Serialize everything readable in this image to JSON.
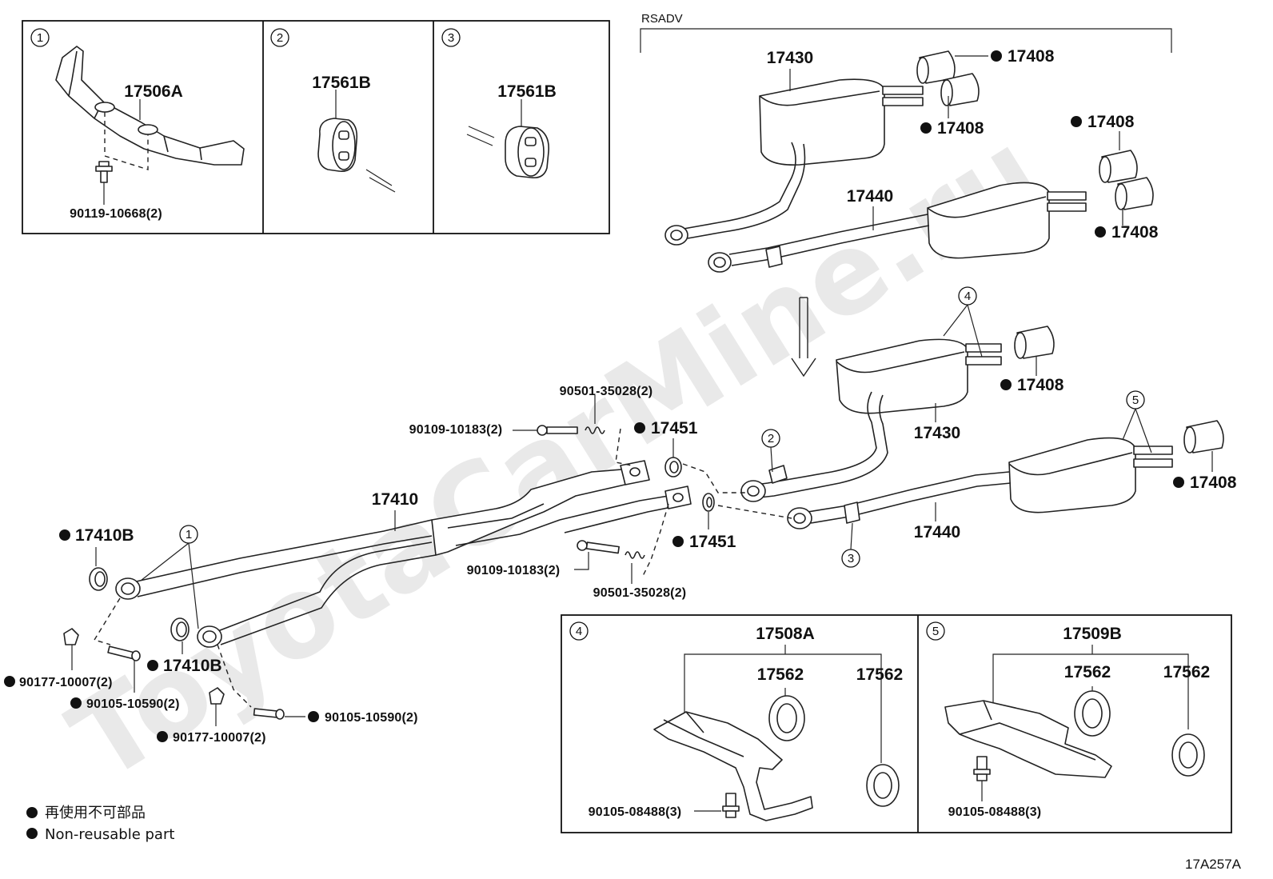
{
  "watermark": "ToyotaCarMine.ru",
  "rsadv_label": "RSADV",
  "figure_code": "17A257A",
  "legend": {
    "jp": "再使用不可部品",
    "en": "Non-reusable part"
  },
  "detail_boxes": {
    "d1": {
      "circle": "1",
      "part": "17506A",
      "bolt": "90119-10668(2)"
    },
    "d2": {
      "circle": "2",
      "part": "17561B"
    },
    "d3": {
      "circle": "3",
      "part": "17561B"
    },
    "d4": {
      "circle": "4",
      "bracket": "17508A",
      "hanger_a": "17562",
      "hanger_b": "17562",
      "bolt": "90105-08488(3)"
    },
    "d5": {
      "circle": "5",
      "bracket": "17509B",
      "hanger_a": "17562",
      "hanger_b": "17562",
      "bolt": "90105-08488(3)"
    }
  },
  "rsadv": {
    "muffler_upper": "17430",
    "tail_pipe": "17440",
    "tip_1": "17408",
    "tip_2": "17408",
    "tip_3": "17408",
    "tip_4": "17408"
  },
  "main": {
    "front_pipe": "17410",
    "gasket_a": "17410B",
    "gasket_b": "17410B",
    "gasket_c": "17451",
    "gasket_d": "17451",
    "muffler": "17430",
    "tail_pipe": "17440",
    "tip_a": "17408",
    "tip_b": "17408",
    "spring_top": "90501-35028(2)",
    "bolt_top": "90109-10183(2)",
    "bolt_mid": "90109-10183(2)",
    "spring_mid": "90501-35028(2)",
    "nut_a": "90177-10007(2)",
    "bolt_a": "90105-10590(2)",
    "nut_b": "90177-10007(2)",
    "bolt_b": "90105-10590(2)",
    "callout_1": "1",
    "callout_2": "2",
    "callout_3": "3",
    "callout_4": "4",
    "callout_5": "5"
  }
}
